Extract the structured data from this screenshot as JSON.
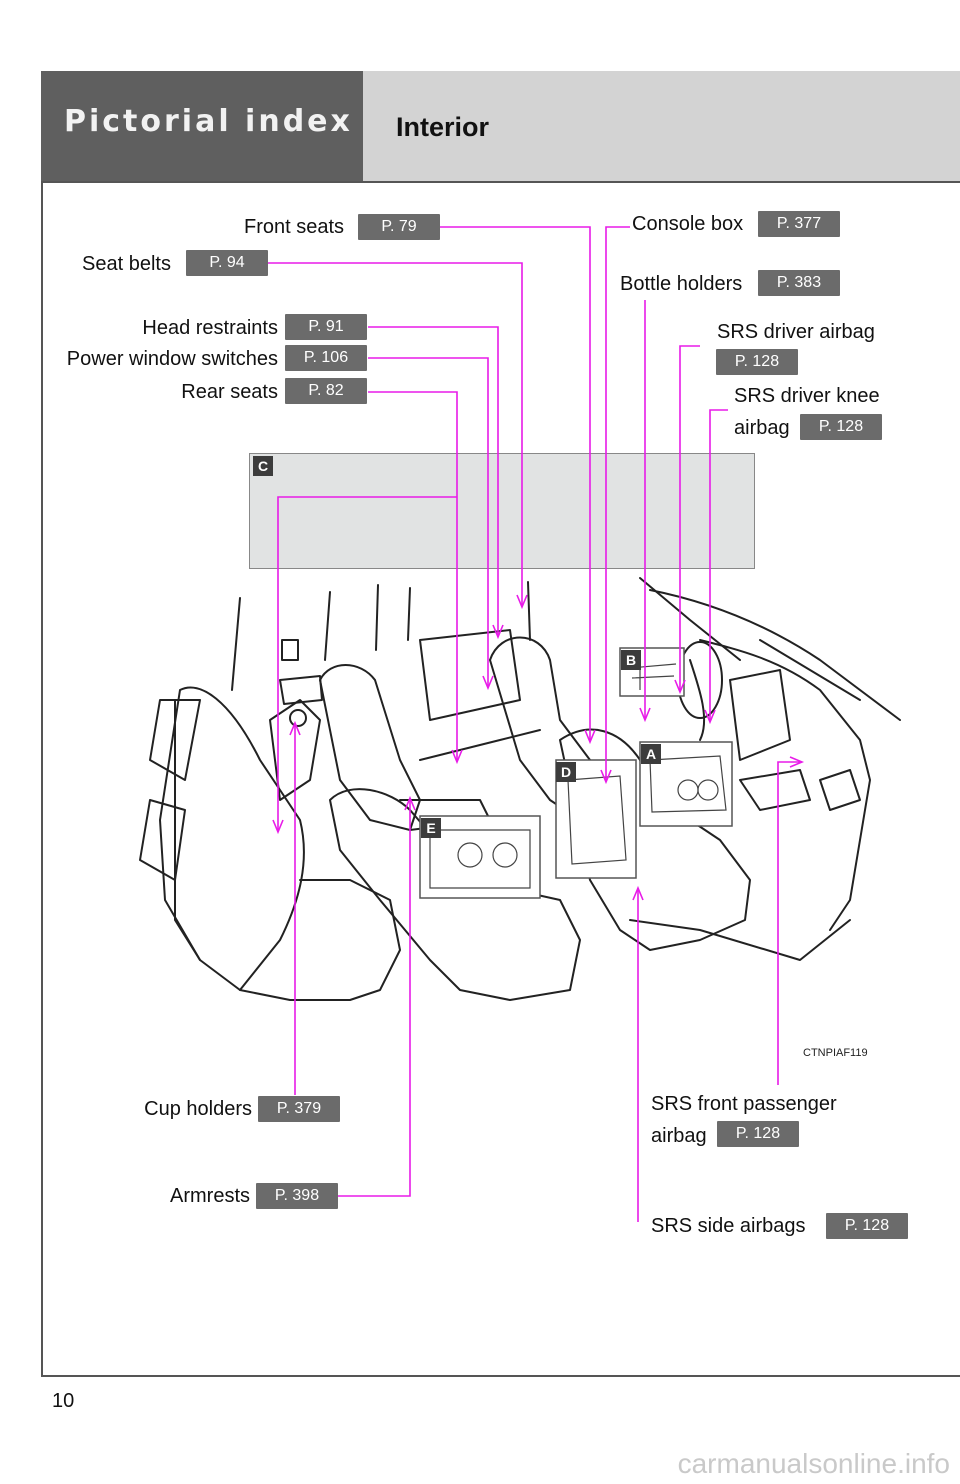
{
  "header": {
    "section": "Pictorial index",
    "subsection": "Interior"
  },
  "colors": {
    "leader_line": "#e81ce8",
    "badge": "#6b6b6b",
    "header_dark": "#5f5f5f",
    "header_light": "#d3d3d3"
  },
  "callouts": {
    "front_seats": {
      "label": "Front seats",
      "page": "P. 79"
    },
    "seat_belts": {
      "label": "Seat belts",
      "page": "P. 94"
    },
    "head_restraints": {
      "label": "Head restraints",
      "page": "P. 91"
    },
    "power_window": {
      "label": "Power window switches",
      "page": "P. 106"
    },
    "rear_seats": {
      "label": "Rear seats",
      "page": "P. 82"
    },
    "console_box": {
      "label": "Console box",
      "page": "P. 377"
    },
    "bottle_holders": {
      "label": "Bottle holders",
      "page": "P. 383"
    },
    "driver_airbag": {
      "label": "SRS driver airbag",
      "page": "P. 128"
    },
    "knee_airbag": {
      "label_1": "SRS driver knee",
      "label_2": "airbag",
      "page": "P. 128"
    },
    "cup_holders": {
      "label": "Cup holders",
      "page": "P. 379"
    },
    "armrests": {
      "label": "Armrests",
      "page": "P. 398"
    },
    "passenger_airbag": {
      "label_1": "SRS front passenger",
      "label_2": "airbag",
      "page": "P. 128"
    },
    "side_airbags": {
      "label": "SRS side airbags",
      "page": "P. 128"
    }
  },
  "inset_tags": {
    "a": "A",
    "b": "B",
    "c": "C",
    "d": "D",
    "e": "E"
  },
  "figure_code": "CTNPIAF119",
  "page_number": "10",
  "watermark": "carmanualsonline.info"
}
